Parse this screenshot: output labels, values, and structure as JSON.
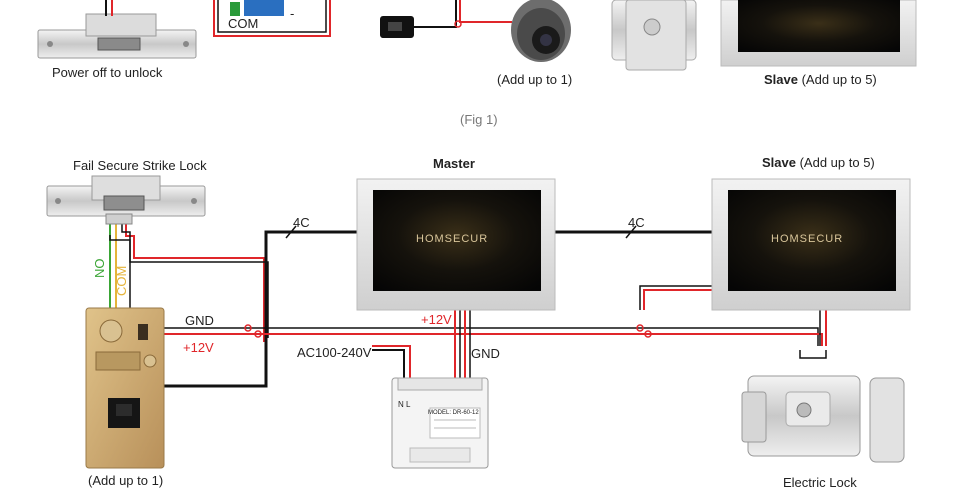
{
  "top_row": {
    "strike_lock_caption": "Power off to unlock",
    "relay_label": "COM",
    "relay_minus": "-",
    "camera_caption": "(Add up to 1)",
    "slave_caption_bold": "Slave",
    "slave_caption_rest": " (Add up to 5)"
  },
  "figure_caption": "(Fig 1)",
  "main": {
    "fail_secure_label": "Fail Secure Strike Lock",
    "master_label": "Master",
    "slave_label_bold": "Slave",
    "slave_label_rest": " (Add up to 5)",
    "monitor_brand": "HOMSECUR",
    "cable_left": "4C",
    "cable_right": "4C",
    "wire_no": "NO",
    "wire_com": "COM",
    "gnd_left": "GND",
    "plus12_left": "+12V",
    "plus12_center": "+12V",
    "gnd_center": "GND",
    "ac_label": "AC100-240V",
    "doorbell_caption": "(Add up to 1)",
    "electric_lock_caption": "Electric Lock",
    "psu_terminals": "N  L",
    "psu_model": "MODEL: DR-60-12"
  },
  "colors": {
    "red_wire": "#e0262a",
    "black_wire": "#111111",
    "green_wire": "#3aa535",
    "yellow_wire": "#e5b43a",
    "monitor_frame": "#d9d9d9",
    "screen": "#1a1712",
    "doorbell_panel": "#c9a46a"
  }
}
